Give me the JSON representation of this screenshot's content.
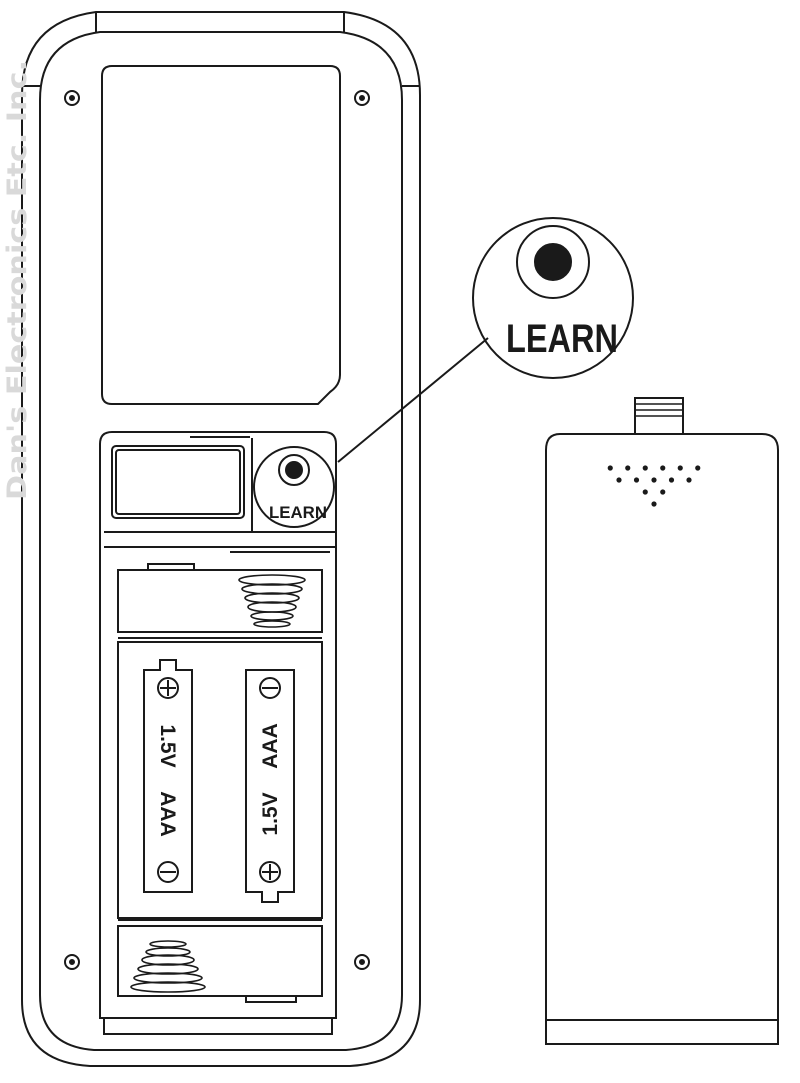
{
  "watermark": {
    "text": "Dan's Electronics Etc. Inc."
  },
  "callout": {
    "label": "LEARN"
  },
  "remote": {
    "learn_label": "LEARN",
    "battery_left": {
      "plus": "+",
      "minus": "−",
      "voltage": "1.5V",
      "type": "AAA"
    },
    "battery_right": {
      "plus": "+",
      "minus": "−",
      "voltage": "1.5V",
      "type": "AAA"
    }
  },
  "cover": {
    "speaker_hole_rows": [
      6,
      5,
      2,
      1
    ]
  },
  "colors": {
    "line": "#1a1a1a",
    "watermark": "#d9d9d9",
    "background": "#ffffff"
  }
}
